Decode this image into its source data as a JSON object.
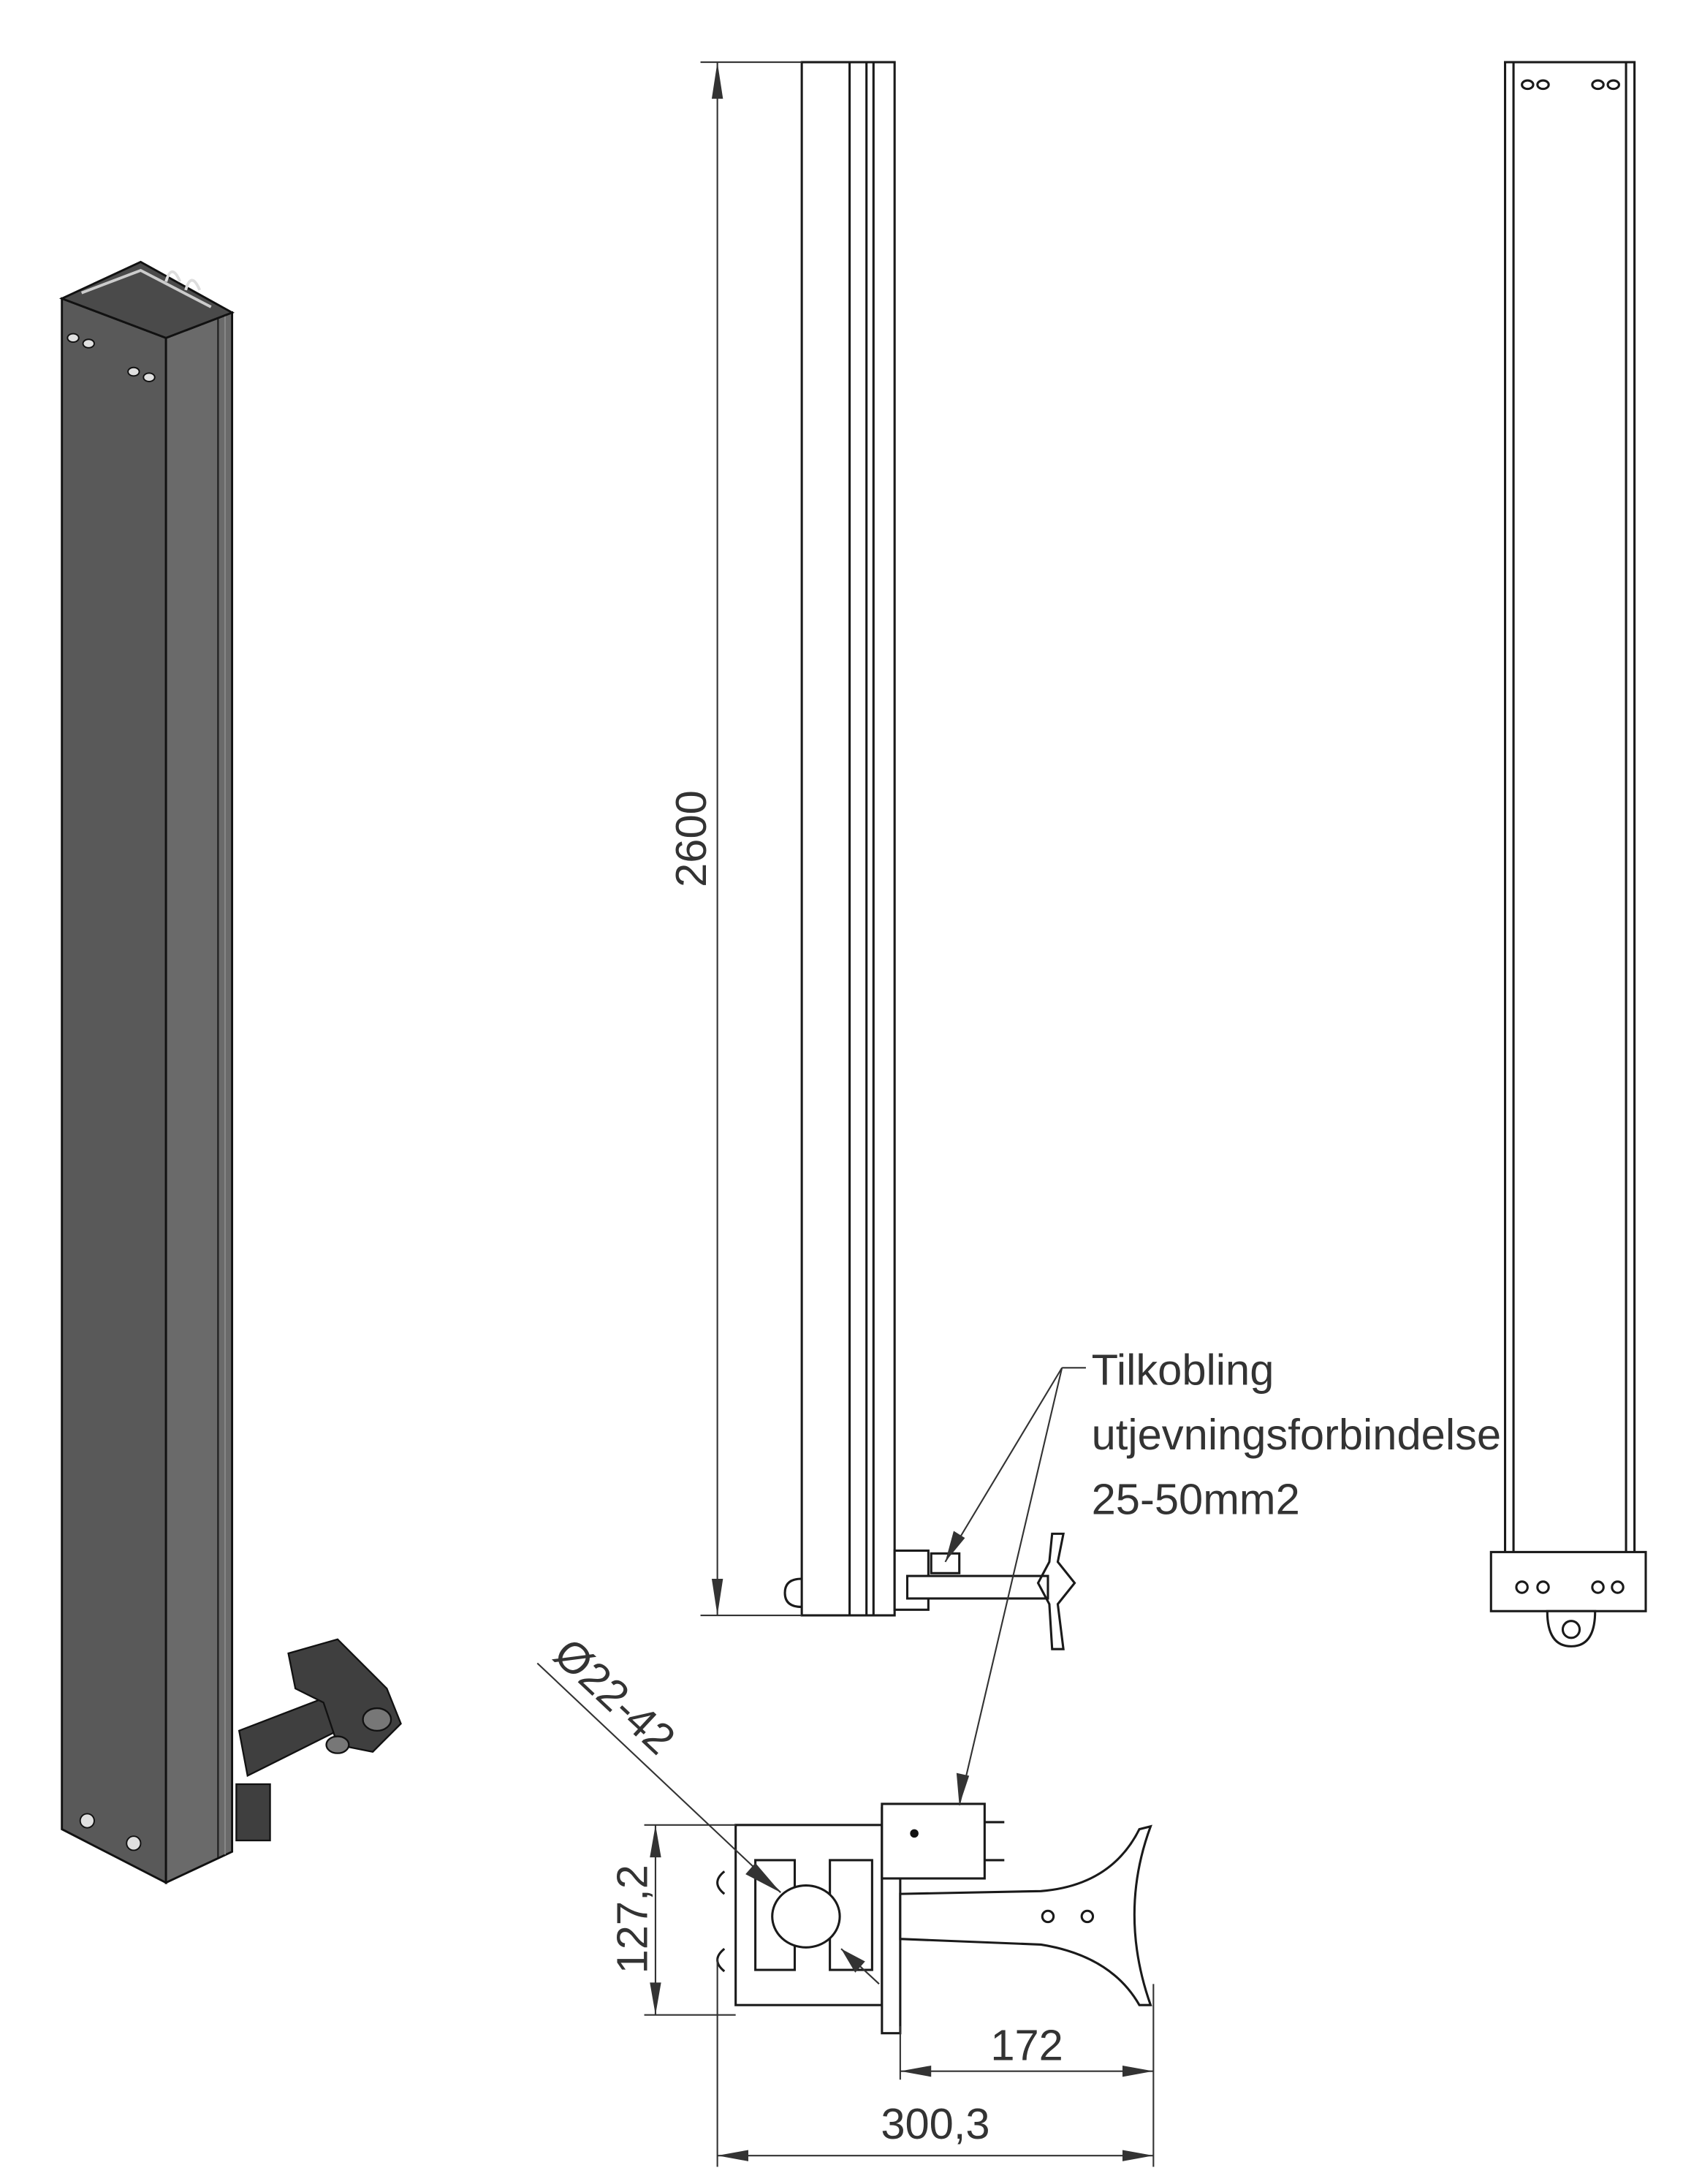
{
  "drawing": {
    "dimensions": {
      "height": "2600",
      "diameter": "Ø22-42",
      "clamp_height": "127,2",
      "arm_length": "172",
      "total_depth": "300,3"
    },
    "callout": {
      "line1": "Tilkobling",
      "line2": "utjevningsforbindelse",
      "line3": "25-50mm2"
    },
    "colors": {
      "iso_front": "#595959",
      "iso_side": "#6a6a6a",
      "line": "#1a1a1a"
    }
  }
}
